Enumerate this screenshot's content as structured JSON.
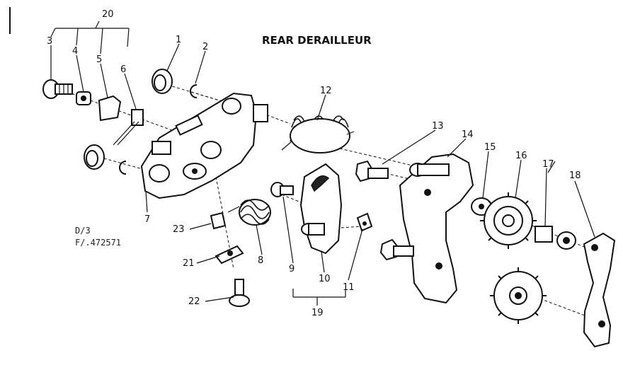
{
  "title": "REAR DERAILLEUR",
  "codes": {
    "line1": "D/3",
    "line2": "F/.472571"
  },
  "callouts": {
    "c1": "1",
    "c2": "2",
    "c3": "3",
    "c4": "4",
    "c5": "5",
    "c6": "6",
    "c7": "7",
    "c8": "8",
    "c9": "9",
    "c10": "10",
    "c11": "11",
    "c12": "12",
    "c13": "13",
    "c14": "14",
    "c15": "15",
    "c16": "16",
    "c17": "17",
    "c18": "18",
    "c19": "19",
    "c20": "20",
    "c21": "21",
    "c22": "22",
    "c23": "23"
  }
}
